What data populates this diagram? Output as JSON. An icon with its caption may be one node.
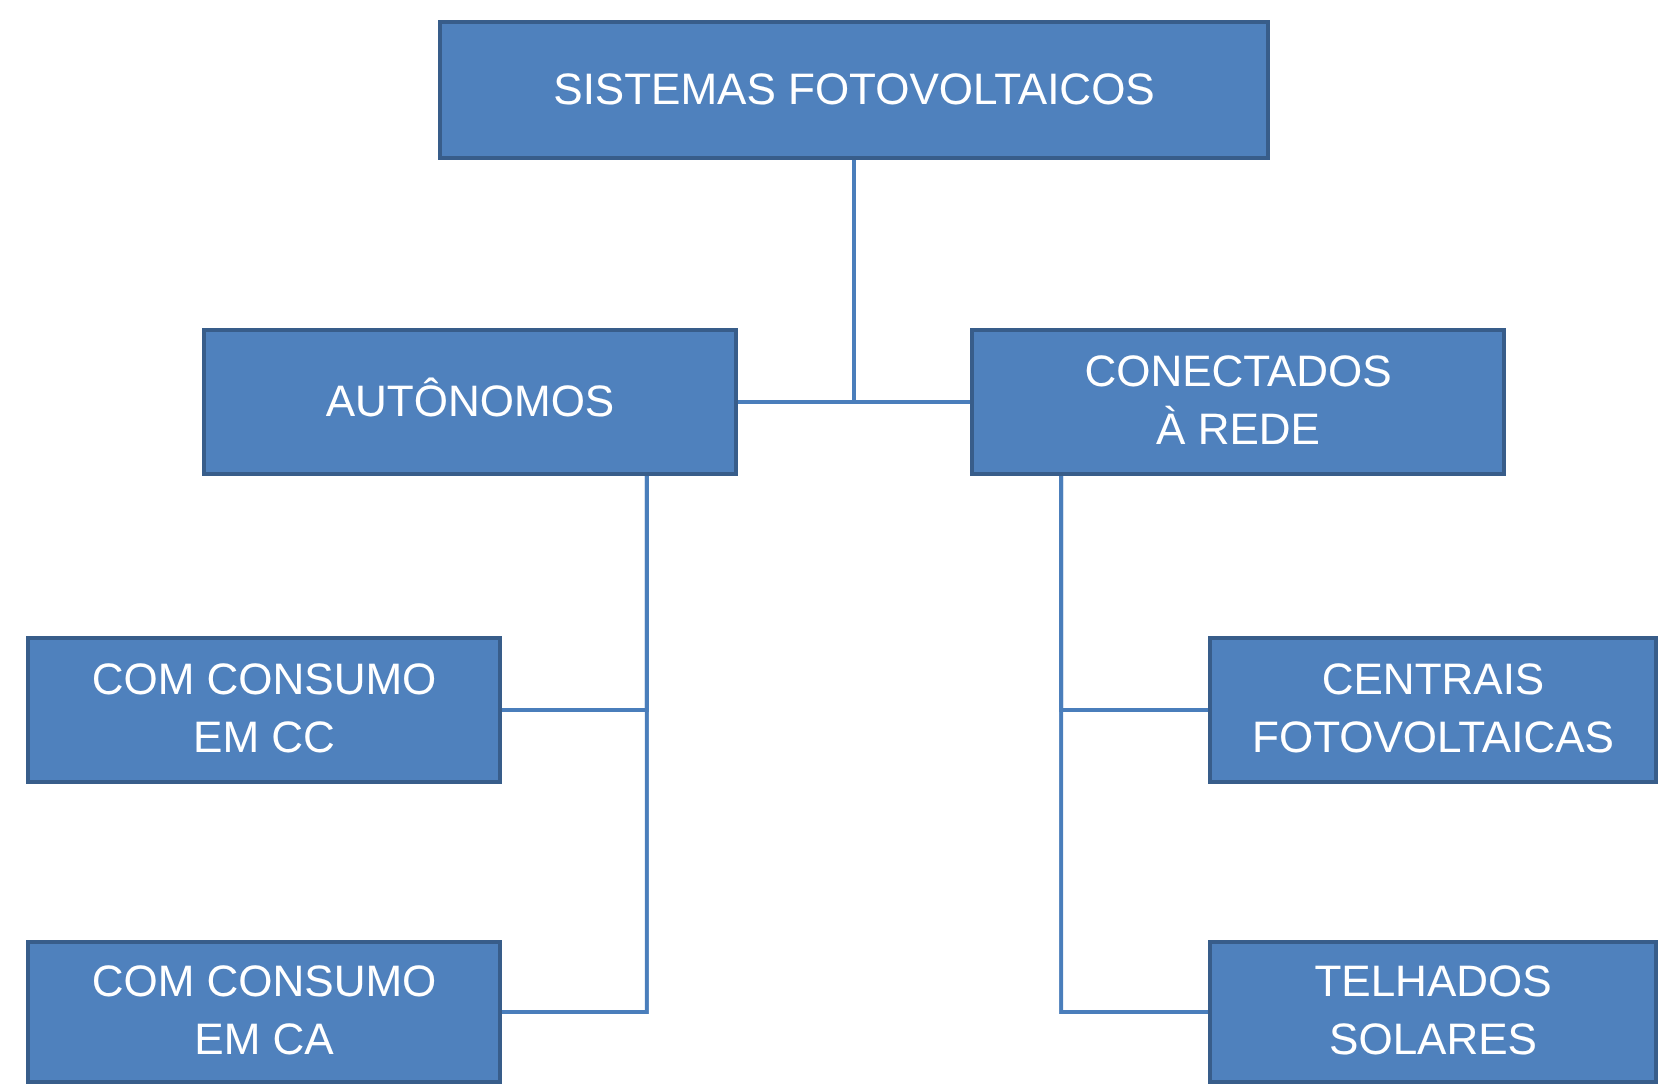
{
  "diagram": {
    "nodes": [
      {
        "text": [
          "SISTEMAS FOTOVOLTAICOS"
        ]
      },
      {
        "text": [
          "AUTÔNOMOS"
        ]
      },
      {
        "text": [
          "CONECTADOS À REDE"
        ]
      },
      {
        "text": [
          "COM CONSUMO EM CC"
        ]
      },
      {
        "text": [
          "COM CONSUMO EM CA"
        ]
      },
      {
        "text": [
          "CENTRAIS FOTOVOLTAICAS"
        ]
      },
      {
        "text": [
          "TELHADOS SOLARES"
        ]
      }
    ],
    "edges": [
      {
        "from": 0,
        "to": 1,
        "arrow": "none"
      },
      {
        "from": 0,
        "to": 2,
        "arrow": "none"
      },
      {
        "from": 1,
        "to": 3,
        "arrow": "none"
      },
      {
        "from": 1,
        "to": 4,
        "arrow": "none"
      },
      {
        "from": 2,
        "to": 5,
        "arrow": "none"
      },
      {
        "from": 2,
        "to": 6,
        "arrow": "none"
      }
    ]
  }
}
